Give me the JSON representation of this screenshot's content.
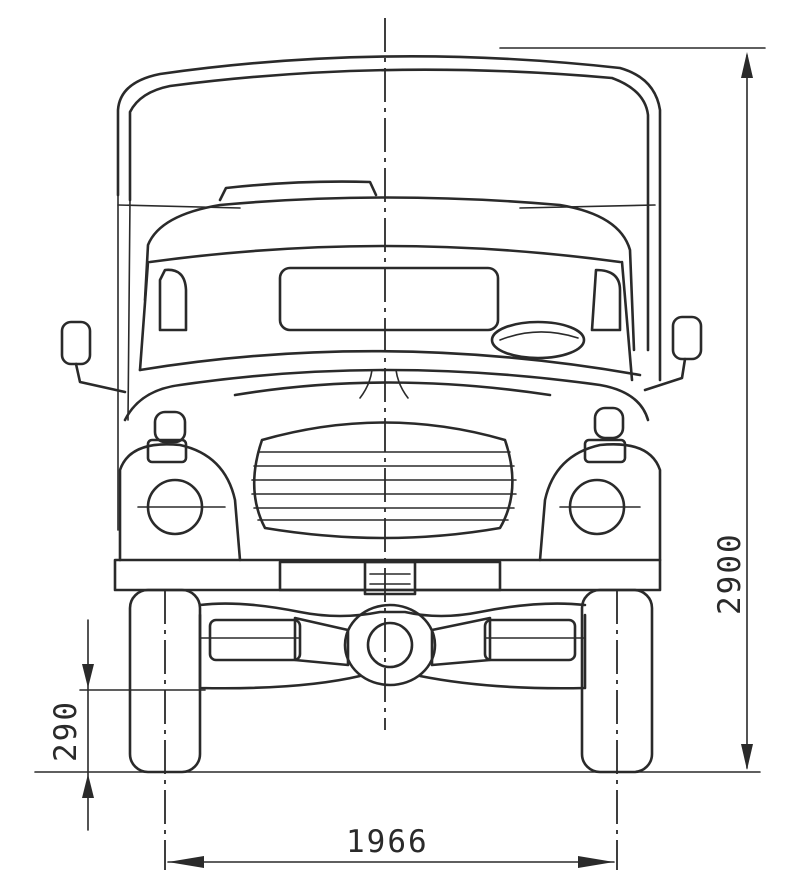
{
  "dimensions": {
    "overall_height": "2900",
    "ground_clearance": "290",
    "track_width": "1966"
  }
}
